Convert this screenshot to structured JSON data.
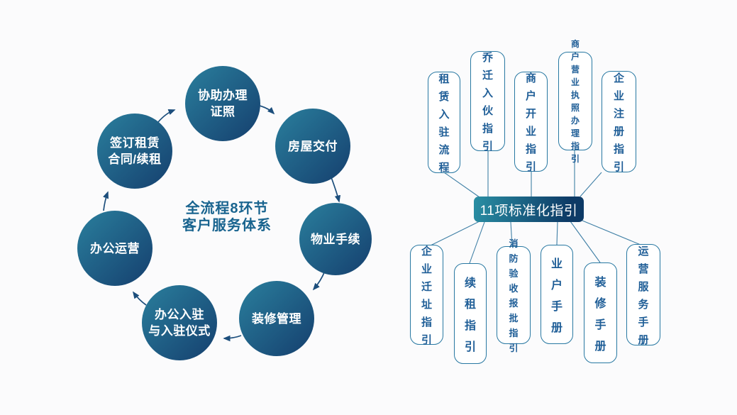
{
  "theme": {
    "bg": "#fbfbfc",
    "circle-grad-start": "#2a7f9d",
    "circle-grad-end": "#153f6e",
    "circle-text": "#ffffff",
    "arrow-color": "#1c4e7c",
    "title-color": "#19648f",
    "node-grad-start": "#2a8fa4",
    "node-grad-end": "#0d3a66",
    "node-text": "#ffffff",
    "box-border": "#2878a2",
    "box-text": "#1f5e97",
    "line-color": "#4080a6"
  },
  "left_diagram": {
    "title": "全流程8环节\n客户服务体系",
    "circles": [
      {
        "id": "sign-lease",
        "label": "签订租赁\n合同/续租"
      },
      {
        "id": "assist-license",
        "label": "协助办理\n证照"
      },
      {
        "id": "house-delivery",
        "label": "房屋交付"
      },
      {
        "id": "property-procedures",
        "label": "物业手续"
      },
      {
        "id": "renovation-management",
        "label": "装修管理"
      },
      {
        "id": "office-move-in",
        "label": "办公入驻\n与入驻仪式"
      },
      {
        "id": "office-operation",
        "label": "办公运营"
      }
    ]
  },
  "right_diagram": {
    "center_label": "11项标准化指引",
    "top_boxes": [
      "租赁入驻流程",
      "乔迁入伙指引",
      "商户开业指引",
      "商户营业执照办理指引",
      "企业注册指引"
    ],
    "bottom_boxes": [
      "企业迁址指引",
      "续租指引",
      "消防验收报批指引",
      "业户手册",
      "装修手册",
      "运营服务手册"
    ]
  }
}
